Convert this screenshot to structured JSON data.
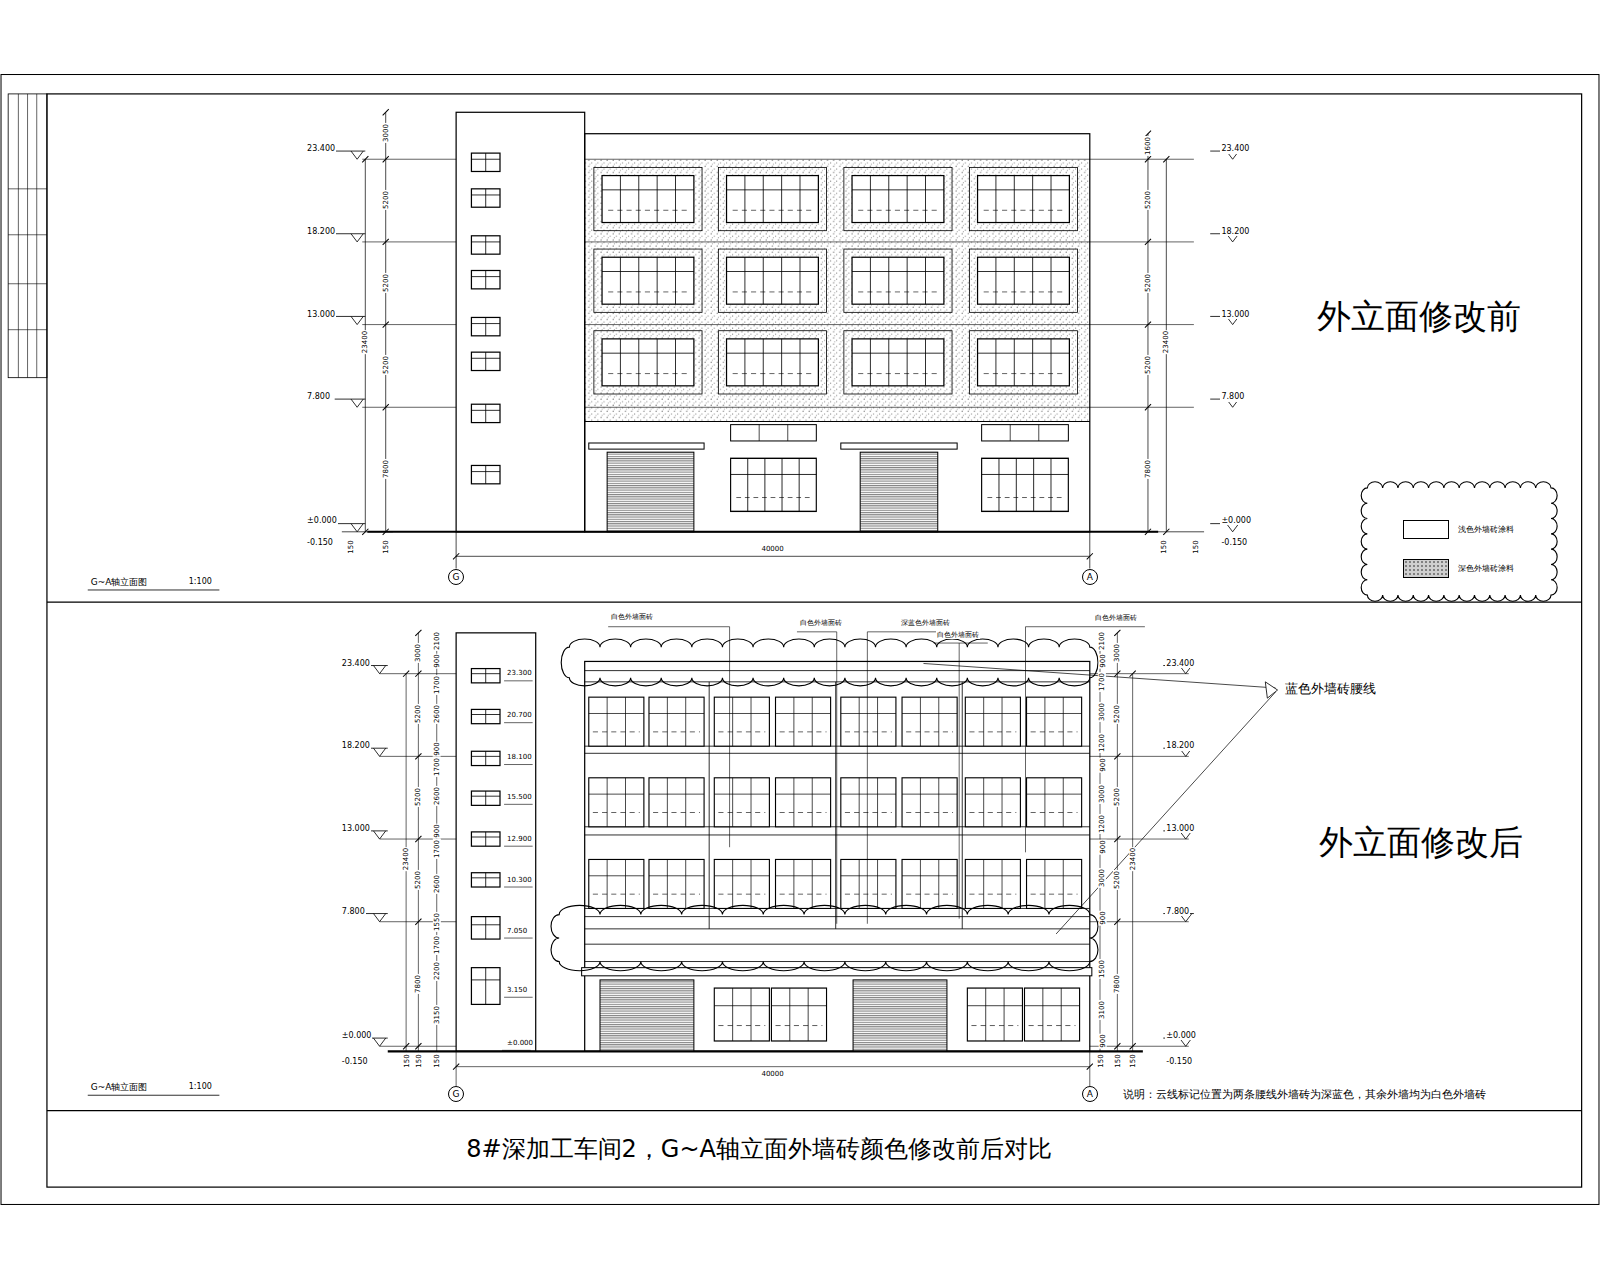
{
  "diagram": {
    "title": "8#深加工车间2，G~A轴立面外墙砖颜色修改前后对比",
    "nodes": [
      {
        "text": [
          "G"
        ]
      },
      {
        "text": [
          "A"
        ]
      },
      {
        "text": [
          "G"
        ]
      },
      {
        "text": [
          "A"
        ]
      }
    ],
    "labels": [
      "外立面修改前",
      "23.400",
      "18.200",
      "13.000",
      "7.800",
      "±0.000",
      "-0.150",
      "23.400",
      "18.200",
      "13.000",
      "7.800",
      "±0.000",
      "-0.150",
      "3000",
      "5200",
      "5200",
      "5200",
      "7800",
      "23400",
      "150",
      "150",
      "1600",
      "5200",
      "5200",
      "5200",
      "7800",
      "23400",
      "150",
      "150",
      "40000",
      "G~A轴立面图",
      "1:100",
      "外立面修改后",
      "23.400",
      "18.200",
      "13.000",
      "7.800",
      "±0.000",
      "-0.150",
      "23.400",
      "18.200",
      "13.000",
      "7.800",
      "±0.000",
      "-0.150",
      "3000",
      "5200",
      "5200",
      "5200",
      "7800",
      "23400",
      "2100",
      "900",
      "1700",
      "2600",
      "900",
      "1700",
      "2600",
      "900",
      "1700",
      "2600",
      "1550",
      "1700",
      "2200",
      "3150",
      "2100",
      "900",
      "1700",
      "3000",
      "1200",
      "900",
      "3000",
      "1200",
      "900",
      "3000",
      "900",
      "1500",
      "3100",
      "900",
      "3000",
      "5200",
      "5200",
      "5200",
      "7800",
      "23400",
      "150",
      "150",
      "150",
      "150",
      "150",
      "150",
      "40000",
      "23.300",
      "20.700",
      "18.100",
      "15.500",
      "12.900",
      "10.300",
      "7.050",
      "3.150",
      "±0.000",
      "白色外墙面砖",
      "白色外墙面砖",
      "深蓝色外墙面砖",
      "白色外墙面砖",
      "白色外墙面砖",
      "蓝色外墙砖腰线",
      "G~A轴立面图",
      "1:100",
      "说明：云线标记位置为两条腰线外墙砖为深蓝色，其余外墙均为白色外墙砖"
    ],
    "legend": [
      {
        "text": "浅色外墙砖涂料",
        "color": "#ffffff"
      },
      {
        "text": "深色外墙砖涂料",
        "color": "#cfcfcf"
      }
    ]
  }
}
